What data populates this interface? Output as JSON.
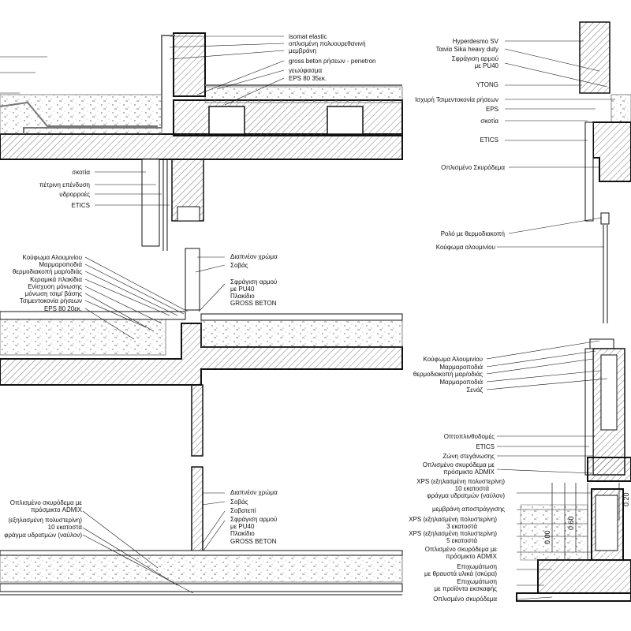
{
  "colors": {
    "line": "#111111",
    "hatch": "#444444",
    "fill": "#ffffff",
    "grey": "#999999"
  },
  "top_right_labels": {
    "isomat": "isomat elastic",
    "membrane1": "οπλισμένη πολυουρεθανινή",
    "membrane2": "μεμβράνη",
    "gross_penetron": "gross beton ρήσεων - penetron",
    "geofasma": "γεωύφασμα",
    "eps80_35": "EPS 80 35εκ."
  },
  "mid_left_labels": {
    "skotia": "σκοτία",
    "petrini": "πέτρινη επένδυση",
    "ydrorroes": "υδρορροές",
    "etics": "ETICS"
  },
  "window_left_labels": {
    "koufoma": "Κούφωμα Αλουμινίου",
    "marmaropodia": "Μαρμαροποδιά",
    "thermo": "θερμοδιακοπή μαρ/οδιάς",
    "keramika": "Κεραμικά πλακίδια",
    "enisxysi": "Ενίσχυση μόνωσης",
    "monosi": "μόνωση τσιμ/ βάσης",
    "tsimento": "Τσιμεντοκονία ρήσεων",
    "eps80_20": "EPS 80 20εκ."
  },
  "window_right_labels": {
    "diapneon": "Διαπνέον χρώμα",
    "sovas": "Σοβάς",
    "sfragisi": "Σφράγιση αρμού",
    "pu40": "με PU40",
    "plakidio": "Πλακίδιο",
    "gross": "GROSS BETON"
  },
  "bottom_left_labels": {
    "oplismeno": "Οπλισμένο σκυρόδεμα με",
    "admix": "πρόσμικτο ADMIX",
    "xps": "(εξηλασμένη πολυστερίνη)",
    "ekatosta10": "10 εκατοστά",
    "fragma": "φράγμα υδρατμών (ναύλον)"
  },
  "bottom_right_labels": {
    "diapneon": "Διαπνέον χρώμα",
    "sovas": "Σοβάς",
    "sovatepi": "Σοβατεπί",
    "sfragisi": "Σφράγιση αρμού",
    "pu40": "με PU40",
    "plakidio": "Πλακίδιο",
    "gross": "GROSS BETON"
  },
  "right_top_labels": {
    "hyperdesmo": "Hyperdesmo SV",
    "tainia": "Ταινία Sika heavy duty",
    "sfragisi": "Σφράγιση αρμού",
    "pu40": "με PU40",
    "ytong": "YTONG",
    "isxyri": "Ισχυρή Τσιμεντοκονία ρήσεων",
    "eps": "EPS",
    "skotia": "σκοτία",
    "etics": "ETICS",
    "oplismeno": "Οπλισμένο Σκυρόδεμα"
  },
  "right_mid_labels": {
    "rolo": "Ρολό με θερμοδιακοπή",
    "koufoma": "Κούφωμα αλουμινίου"
  },
  "right_sill_labels": {
    "koufoma": "Κούφωμα Αλουμινίου",
    "marmaropodia": "Μαρμαροποδιά",
    "thermo": "θερμοδιακοπή μαρ/οδιάς",
    "marmaropodia2": "Μαρμαροποδιά",
    "senaz": "Σενάζ"
  },
  "right_base_labels": {
    "optoplinthos": "Οπτοπλινθοδομές",
    "etics": "ETICS",
    "zoni": "Ζώνη στεγάνωσης",
    "oplismeno": "Οπλισμένο σκυρόδεμα με",
    "admix": "πρόσμικτο ADMIX",
    "xps1": "XPS (εξηλασμένη πολυστερίνη)",
    "ek10": "10 εκατοστά",
    "fragma": "φράγμα υδρατμών (ναύλον)",
    "membrani": "μεμβράνη αποστράγγισης",
    "xps2": "XPS (εξηλασμένη πολυστερίνη)",
    "ek3": "3 εκατοστά",
    "xps3": "XPS (εξηλασμένη πολυστερίνη)",
    "ek5": "5 εκατοστά",
    "oplismeno2": "Οπλισμένο σκυρόδεμα με",
    "admix2": "πρόσμικτο ADMIX",
    "epix1": "Επιχωμάτωση",
    "thrausta": "με θραυστά υλικά (σκύρα)",
    "epix2": "Επιχωμάτωση",
    "proionta": "με προϊόντα εκσκαφής",
    "oplismeno3": "Οπλισμένο σκυρόδεμα"
  },
  "dimensions": {
    "d1": "0.00",
    "d2": "0.60",
    "d3": "0.20"
  }
}
